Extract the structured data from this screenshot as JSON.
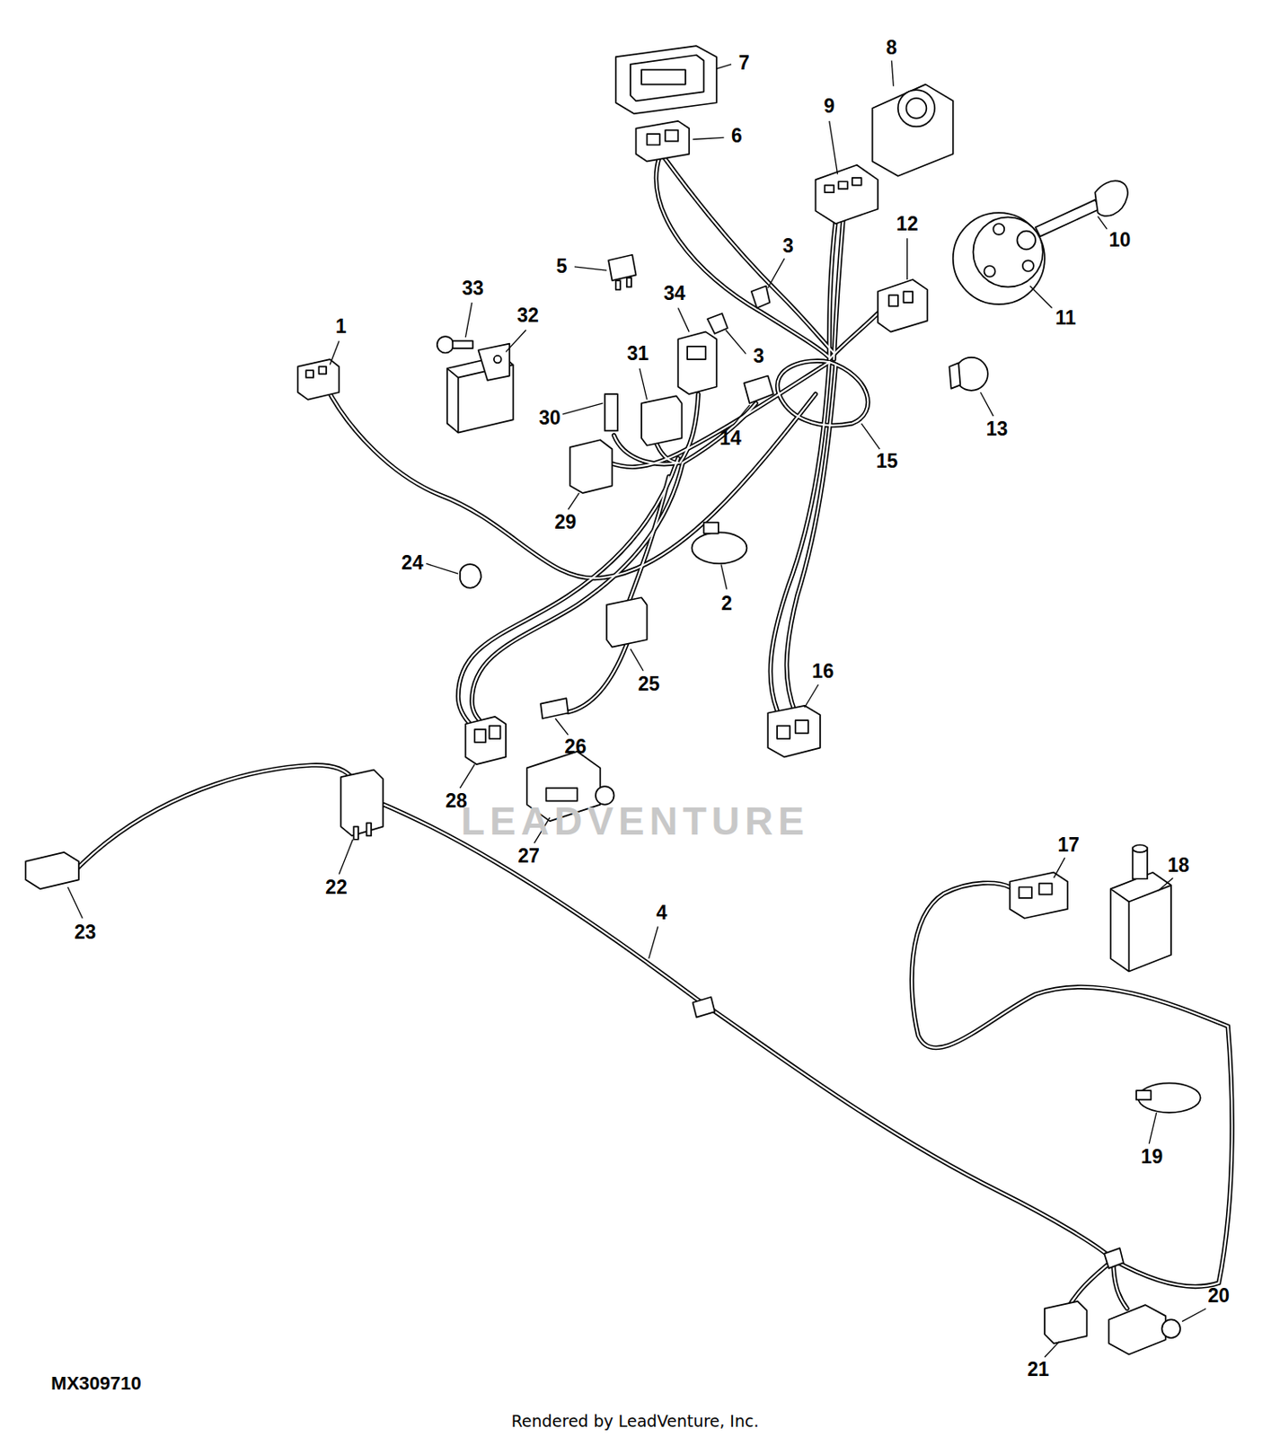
{
  "diagram": {
    "labels": [
      "8",
      "7",
      "9",
      "6",
      "12",
      "10",
      "3",
      "5",
      "33",
      "32",
      "34",
      "1",
      "11",
      "3",
      "31",
      "30",
      "14",
      "13",
      "15",
      "29",
      "24",
      "2",
      "16",
      "25",
      "26",
      "28",
      "27",
      "17",
      "18",
      "22",
      "4",
      "23",
      "19",
      "20",
      "21",
      "LEADVENTURE",
      "MX309710",
      "Rendered by LeadVenture, Inc."
    ]
  }
}
